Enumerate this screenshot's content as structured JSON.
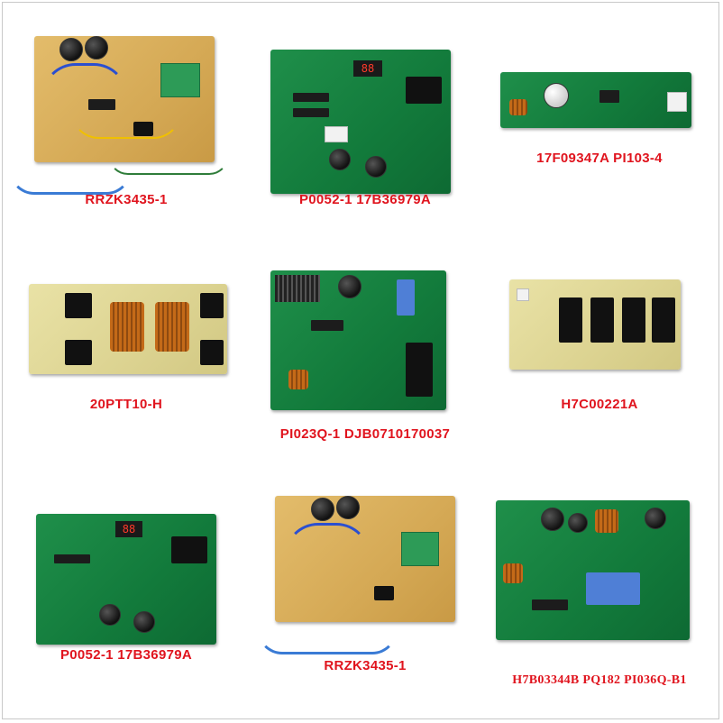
{
  "products": [
    {
      "label": "RRZK3435-1"
    },
    {
      "label": "P0052-1 17B36979A"
    },
    {
      "label": "17F09347A PI103-4"
    },
    {
      "label": "20PTT10-H"
    },
    {
      "label": "PI023Q-1 DJB0710170037"
    },
    {
      "label": "H7C00221A"
    },
    {
      "label": "P0052-1 17B36979A"
    },
    {
      "label": "RRZK3435-1"
    },
    {
      "label": "H7B03344B PQ182 PI036Q-B1"
    }
  ],
  "colors": {
    "caption": "#e0141e",
    "background": "#ffffff"
  }
}
